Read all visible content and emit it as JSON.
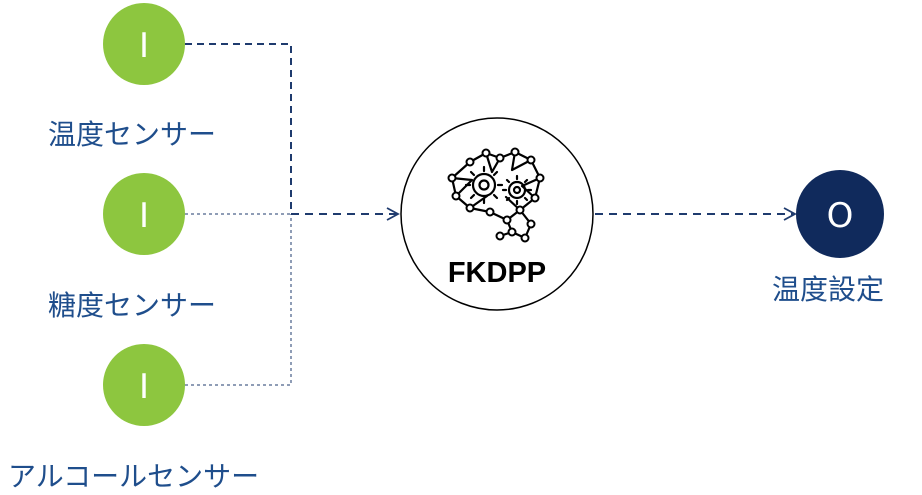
{
  "inputs": [
    {
      "symbol": "I",
      "label": "温度センサー"
    },
    {
      "symbol": "I",
      "label": "糖度センサー"
    },
    {
      "symbol": "I",
      "label": "アルコールセンサー"
    }
  ],
  "model": {
    "label": "FKDPP",
    "icon": "brain-gears-icon"
  },
  "output": {
    "symbol": "O",
    "label": "温度設定"
  },
  "colors": {
    "input_node": "#8dc63f",
    "output_node": "#102a5c",
    "connector": "#1f3b6e",
    "label_text": "#1f4e8c"
  }
}
